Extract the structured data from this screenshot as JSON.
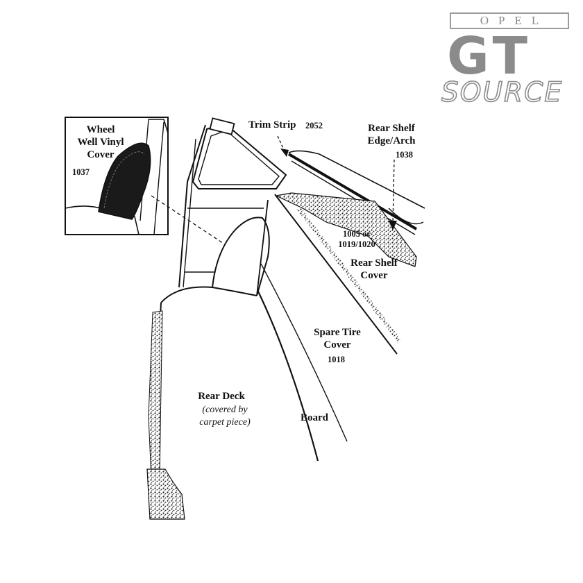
{
  "logo": {
    "top_word": "OPEL",
    "main": "GT",
    "bottom_word": "SOURCE",
    "color": "#8b8b8b"
  },
  "labels": {
    "wheel_well": {
      "line1": "Wheel",
      "line2": "Well Vinyl",
      "line3": "Cover",
      "part": "1037"
    },
    "trim_strip": {
      "text": "Trim Strip",
      "part": "2052"
    },
    "rear_shelf_edge": {
      "line1": "Rear Shelf",
      "line2": "Edge/Arch",
      "part": "1038"
    },
    "shelf_cover_parts": {
      "line1": "1005 or",
      "line2": "1019/1020"
    },
    "rear_shelf_cover": {
      "line1": "Rear Shelf",
      "line2": "Cover"
    },
    "spare_tire": {
      "line1": "Spare Tire",
      "line2": "Cover",
      "part": "1018"
    },
    "rear_deck": {
      "title": "Rear Deck",
      "note1": "(covered by",
      "note2": "carpet piece)"
    },
    "board": {
      "text": "Board"
    }
  },
  "colors": {
    "ink": "#111111",
    "vinyl": "#1a1a1a",
    "carpet_texture": "#333333"
  }
}
